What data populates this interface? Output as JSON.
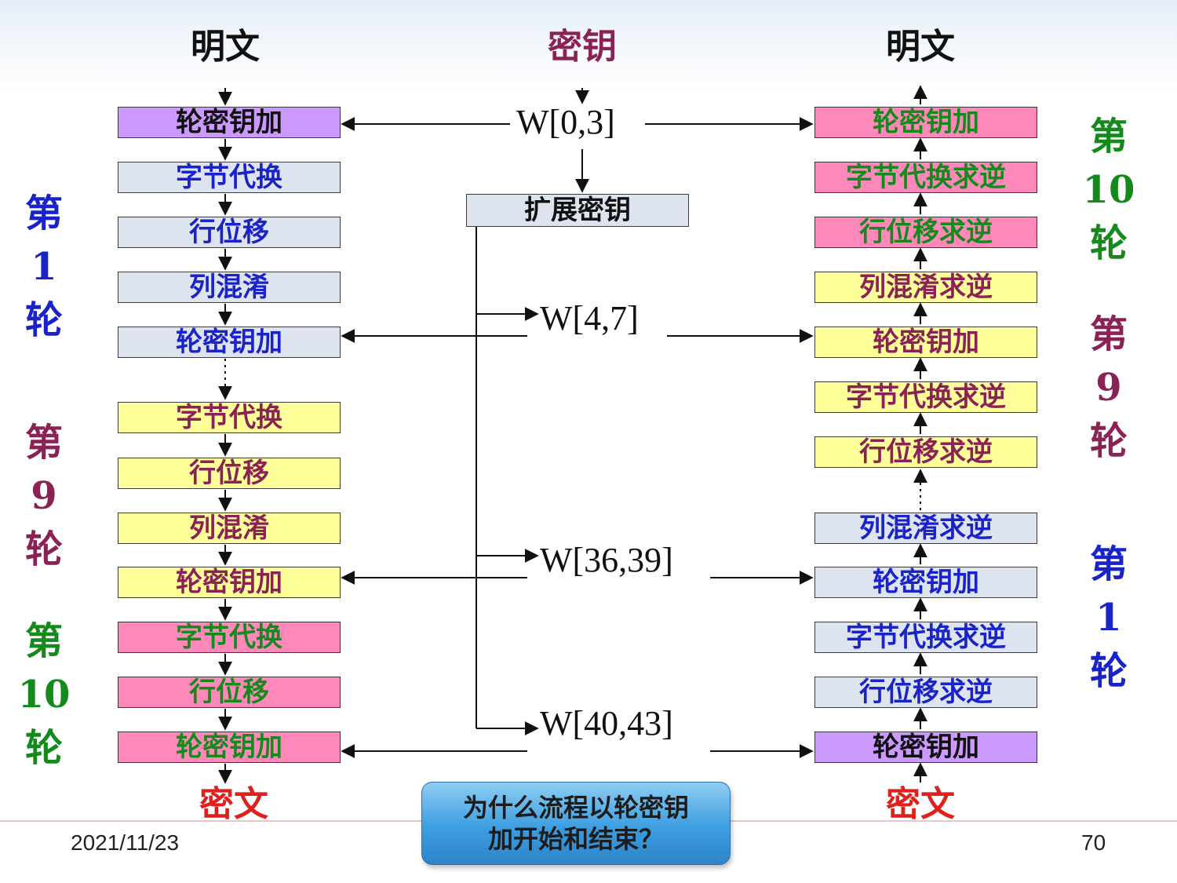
{
  "headers": {
    "left_top": "明文",
    "center_top": "密钥",
    "right_top": "明文",
    "left_bottom": "密文",
    "right_bottom": "密文"
  },
  "keys": {
    "k0": "W[0,3]",
    "expand": "扩展密钥",
    "k1": "W[4,7]",
    "k9": "W[36,39]",
    "k10": "W[40,43]"
  },
  "left_boxes": [
    "轮密钥加",
    "字节代换",
    "行位移",
    "列混淆",
    "轮密钥加",
    "字节代换",
    "行位移",
    "列混淆",
    "轮密钥加",
    "字节代换",
    "行位移",
    "轮密钥加"
  ],
  "right_boxes": [
    "轮密钥加",
    "字节代换求逆",
    "行位移求逆",
    "列混淆求逆",
    "轮密钥加",
    "字节代换求逆",
    "行位移求逆",
    "列混淆求逆",
    "轮密钥加",
    "字节代换求逆",
    "行位移求逆",
    "轮密钥加"
  ],
  "left_rounds": [
    {
      "a": "第",
      "b": "1",
      "c": "轮"
    },
    {
      "a": "第",
      "b": "9",
      "c": "轮"
    },
    {
      "a": "第",
      "b": "10",
      "c": "轮"
    }
  ],
  "right_rounds": [
    {
      "a": "第",
      "b": "10",
      "c": "轮"
    },
    {
      "a": "第",
      "b": "9",
      "c": "轮"
    },
    {
      "a": "第",
      "b": "1",
      "c": "轮"
    }
  ],
  "callout": {
    "line1": "为什么流程以轮密钥",
    "line2": "加开始和结束？"
  },
  "footer": {
    "date": "2021/11/23",
    "page": "70"
  },
  "colors": {
    "purple": "#cc99ff",
    "gray": "#dde3ef",
    "yellow": "#ffff99",
    "pink": "#ff88bb",
    "blue_text": "#1a23c8",
    "maroon_text": "#8b2256",
    "green_text": "#148a1c",
    "red_text": "#e0201c",
    "black_text": "#111111"
  }
}
